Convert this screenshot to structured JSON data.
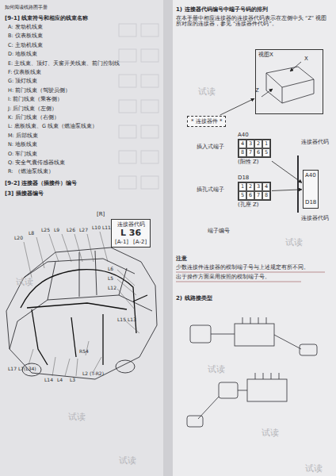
{
  "diagram": {
    "nodes": [
      {
        "text": [
          "视图X"
        ]
      },
      {
        "text": [
          "* 连接器件 *"
        ]
      },
      {
        "text": [
          "A40",
          "4",
          "3",
          "2",
          "1",
          "8",
          "7",
          "6",
          "5",
          "(阳性 Z)"
        ]
      },
      {
        "text": [
          "D18",
          "1",
          "2",
          "3",
          "4",
          "5",
          "6",
          "7",
          "8",
          "(孔座 Z)"
        ]
      },
      {
        "text": [
          "A40",
          "D18"
        ]
      },
      {
        "text": [
          "连接器代码",
          "L 36",
          "[A-1]",
          "[A-2]"
        ]
      }
    ],
    "edges": [
      {
        "from": 1,
        "to": 0,
        "arrow": "to"
      },
      {
        "from": 2,
        "to": 4,
        "arrow": "to"
      },
      {
        "from": 3,
        "to": 4,
        "arrow": "to"
      }
    ],
    "labels": [
      "如何阅读线路图手册",
      "[9-1] 线束符号和相应的线束名称",
      "A: 发动机线束",
      "B: 仪表板线束",
      "C: 主动机线束",
      "D: 地板线束",
      "E: 主线束、顶灯、天窗开关线束、前门控制线",
      "F: 仪表板线束",
      "G: 顶灯线束",
      "H: 前门线束（驾驶员侧）",
      "I: 前门线束（乘客侧）",
      "J: 后门线束（左侧）",
      "K: 后门线束（右侧）",
      "L: 底板线束、G 线束（燃油泵线束）",
      "M: 后部线束",
      "N: 地板线束",
      "O: 车门线束",
      "Q: 安全气囊传感器线束",
      "R: （燃油泵线束）",
      "[9-2] 连接器（插接件）编号",
      "[3] 插接器编号",
      "[R]",
      "L20",
      "L8",
      "L25",
      "L9",
      "L26",
      "L27",
      "L10 L11",
      "L6",
      "L5",
      "L12",
      "L15 L13",
      "L17 L7(L34)",
      "L14",
      "L4",
      "L3",
      "R54",
      "L2 (T-R2)",
      "1) 连接器代码编号中端子号码的排列",
      "在本手册中相应连接器的连接器代码表示在左侧中头 “Z” 视图所对应的连接器，参见 “连接器件代码”。",
      "Z",
      "X",
      "插入式端子",
      "插孔式端子",
      "连接器代码",
      "连接器代码",
      "端子编号",
      "注意",
      "少数连接件连接器的模制端子号与上述规定有所不同。",
      "出于操作方面采用按照的模制端子号。",
      "2) 线路接类型",
      "试读",
      "试读",
      "试读",
      "试读",
      "试读",
      "试读",
      "试读",
      "试读"
    ]
  }
}
